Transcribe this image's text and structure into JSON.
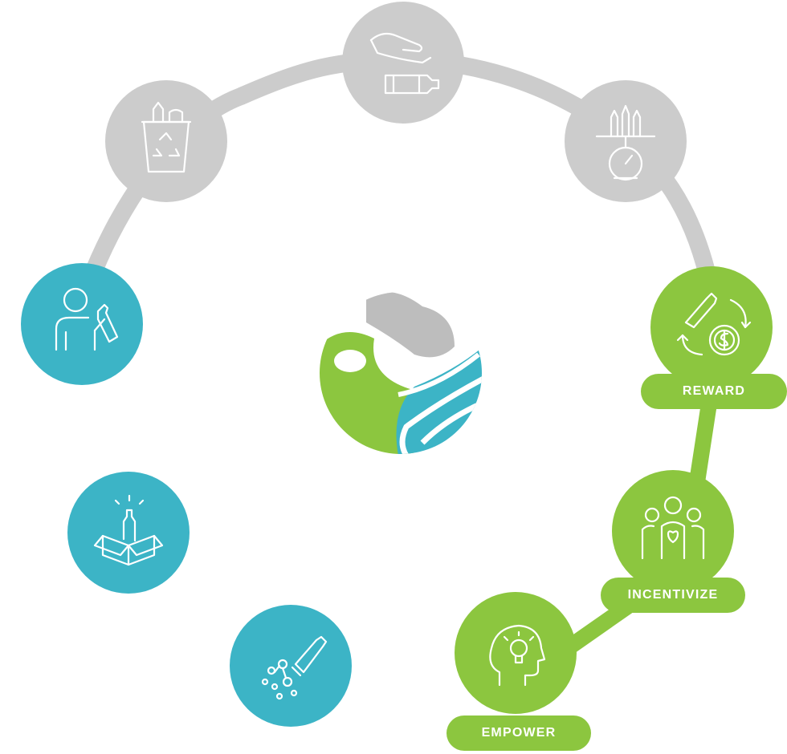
{
  "colors": {
    "gray": "#cccccc",
    "teal": "#3cb4c6",
    "green": "#8cc63f",
    "white": "#ffffff",
    "logo_green": "#8cc63f",
    "logo_teal": "#3cb4c6",
    "logo_gray": "#bdbdbd"
  },
  "steps": [
    {
      "id": "collect",
      "icon": "recycle-bin-icon",
      "color": "gray"
    },
    {
      "id": "hand",
      "icon": "hand-bottle-icon",
      "color": "gray"
    },
    {
      "id": "weigh",
      "icon": "scale-bottles-icon",
      "color": "gray"
    },
    {
      "id": "reward",
      "icon": "bottle-coin-cycle-icon",
      "color": "green",
      "label": "REWARD"
    },
    {
      "id": "incentivize",
      "icon": "people-heart-icon",
      "color": "green",
      "label": "INCENTIVIZE"
    },
    {
      "id": "empower",
      "icon": "head-lightbulb-icon",
      "color": "green",
      "label": "EMPOWER"
    },
    {
      "id": "consume",
      "icon": "person-drinking-icon",
      "color": "teal"
    },
    {
      "id": "package",
      "icon": "box-bottle-icon",
      "color": "teal"
    },
    {
      "id": "molecule",
      "icon": "bottle-molecule-icon",
      "color": "teal"
    }
  ],
  "labels": {
    "reward": "REWARD",
    "incentivize": "INCENTIVIZE",
    "empower": "EMPOWER"
  },
  "logo": {
    "icon": "globe-logo-icon"
  }
}
